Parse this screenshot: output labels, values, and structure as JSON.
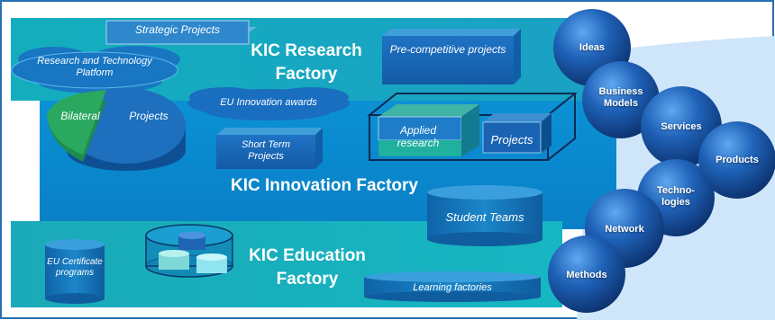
{
  "factories": {
    "research": "KIC Research Factory",
    "innovation": "KIC Innovation Factory",
    "education": "KIC Education Factory"
  },
  "items": {
    "strategic_projects": "Strategic Projects",
    "research_platform": "Research and Technology Platform",
    "bilateral": "Bilateral",
    "projects_pie": "Projects",
    "eu_innovation_awards": "EU Innovation awards",
    "pre_competitive": "Pre-competitive projects",
    "applied_research": "Applied research",
    "projects_box": "Projects",
    "short_term": "Short Term Projects",
    "student_teams": "Student Teams",
    "eu_certificate": "EU Certificate programs",
    "learning_factories": "Learning factories"
  },
  "outputs": [
    {
      "label": "Ideas"
    },
    {
      "label": "Business Models"
    },
    {
      "label": "Services"
    },
    {
      "label": "Products"
    },
    {
      "label": "Techno-logies"
    },
    {
      "label": "Network"
    },
    {
      "label": "Methods"
    }
  ],
  "colors": {
    "research_band": "#17a9b9",
    "innovation_band": "#0d8cd2",
    "education_band": "#19a7b8",
    "sphere": "#1f5fb0",
    "outer_frame": "#2a6fb3"
  }
}
